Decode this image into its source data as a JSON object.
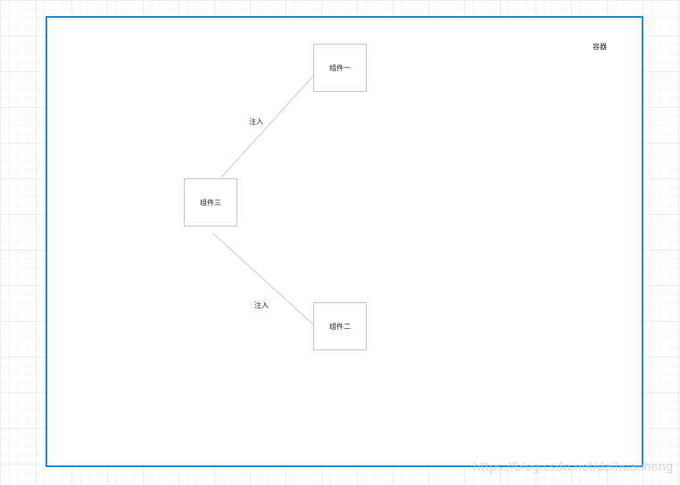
{
  "diagram": {
    "container_label": "容器",
    "nodes": {
      "comp1": "组件一",
      "comp2": "组件二",
      "comp3": "组件三"
    },
    "edges": [
      {
        "from": "组件三",
        "to": "组件一",
        "label": "注入"
      },
      {
        "from": "组件三",
        "to": "组件二",
        "label": "注入"
      }
    ]
  },
  "watermark": "https://blog.csdn.net/daihuanheng",
  "colors": {
    "container_border": "#1c8ddb",
    "node_border": "#c6c6c6",
    "edge": "#c8c8c8"
  }
}
